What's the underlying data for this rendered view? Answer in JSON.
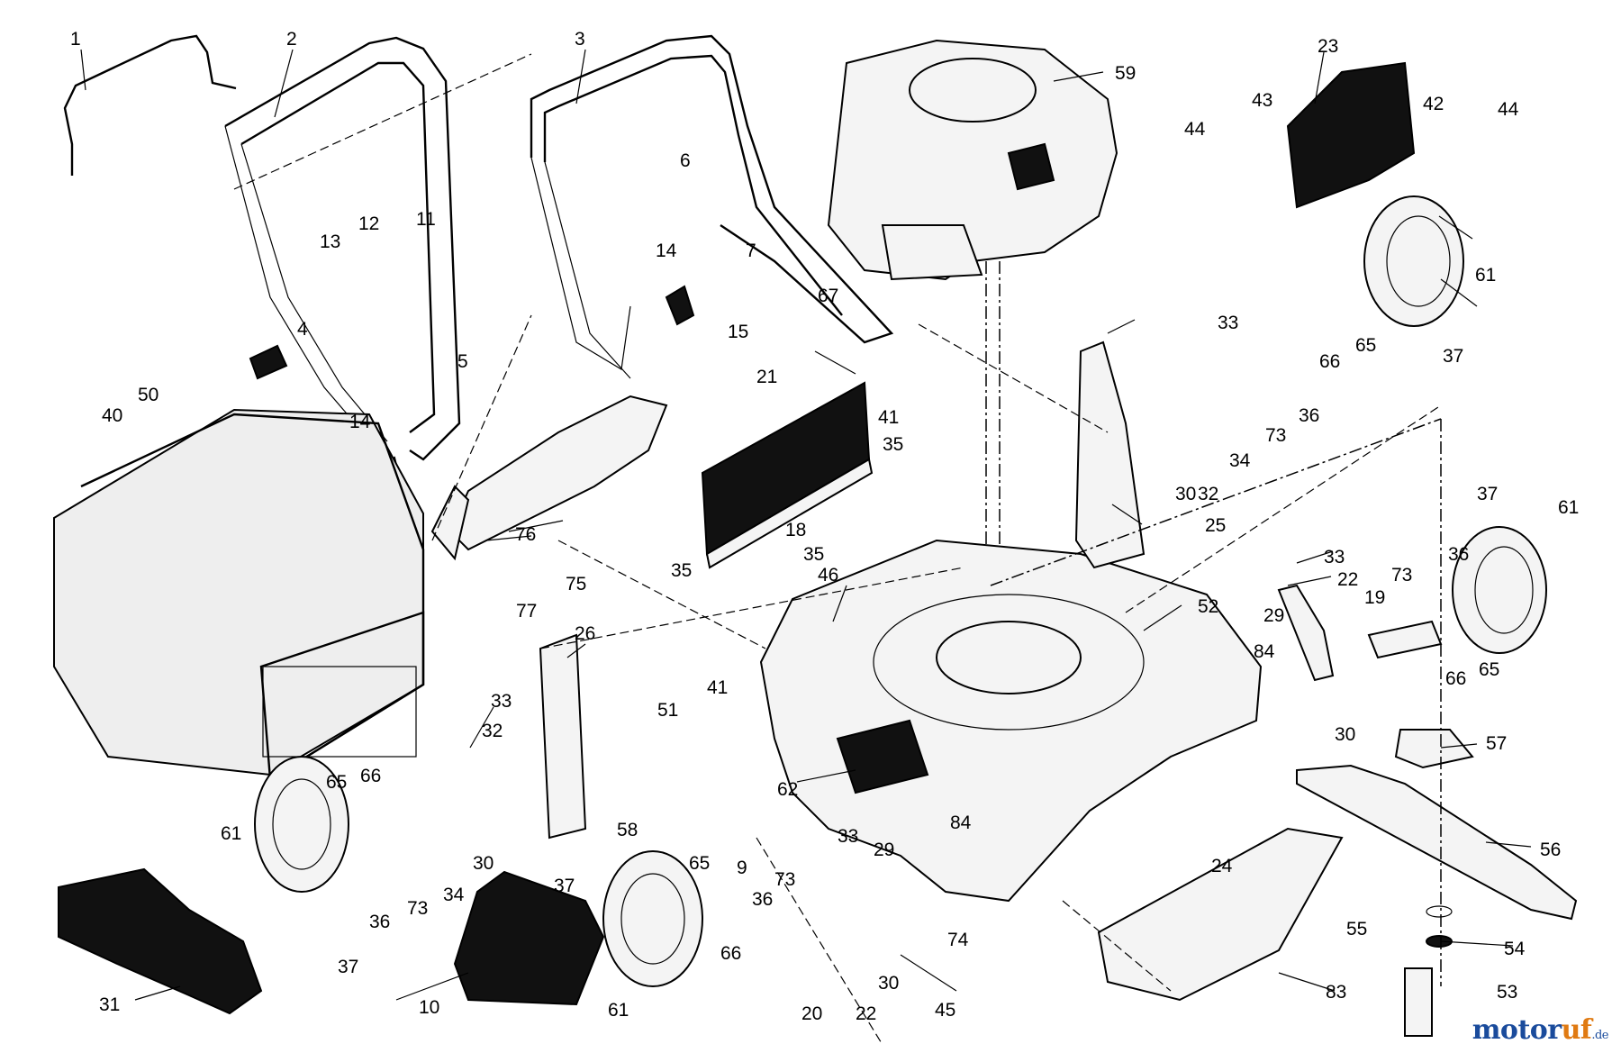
{
  "diagram": {
    "callouts": [
      "1",
      "2",
      "3",
      "4",
      "5",
      "6",
      "7",
      "9",
      "10",
      "11",
      "12",
      "13",
      "14",
      "15",
      "18",
      "19",
      "20",
      "21",
      "22",
      "23",
      "24",
      "25",
      "26",
      "29",
      "30",
      "31",
      "32",
      "33",
      "34",
      "35",
      "36",
      "37",
      "40",
      "41",
      "42",
      "43",
      "44",
      "45",
      "46",
      "50",
      "51",
      "52",
      "53",
      "54",
      "55",
      "56",
      "57",
      "58",
      "59",
      "61",
      "62",
      "65",
      "66",
      "67",
      "73",
      "74",
      "75",
      "76",
      "77",
      "83",
      "84"
    ]
  },
  "watermark": {
    "brand_part1": "motor",
    "brand_part2": "uf",
    "tld": ".de",
    "colors": {
      "primary": "#1a4b9c",
      "accent": "#e07a12"
    }
  }
}
